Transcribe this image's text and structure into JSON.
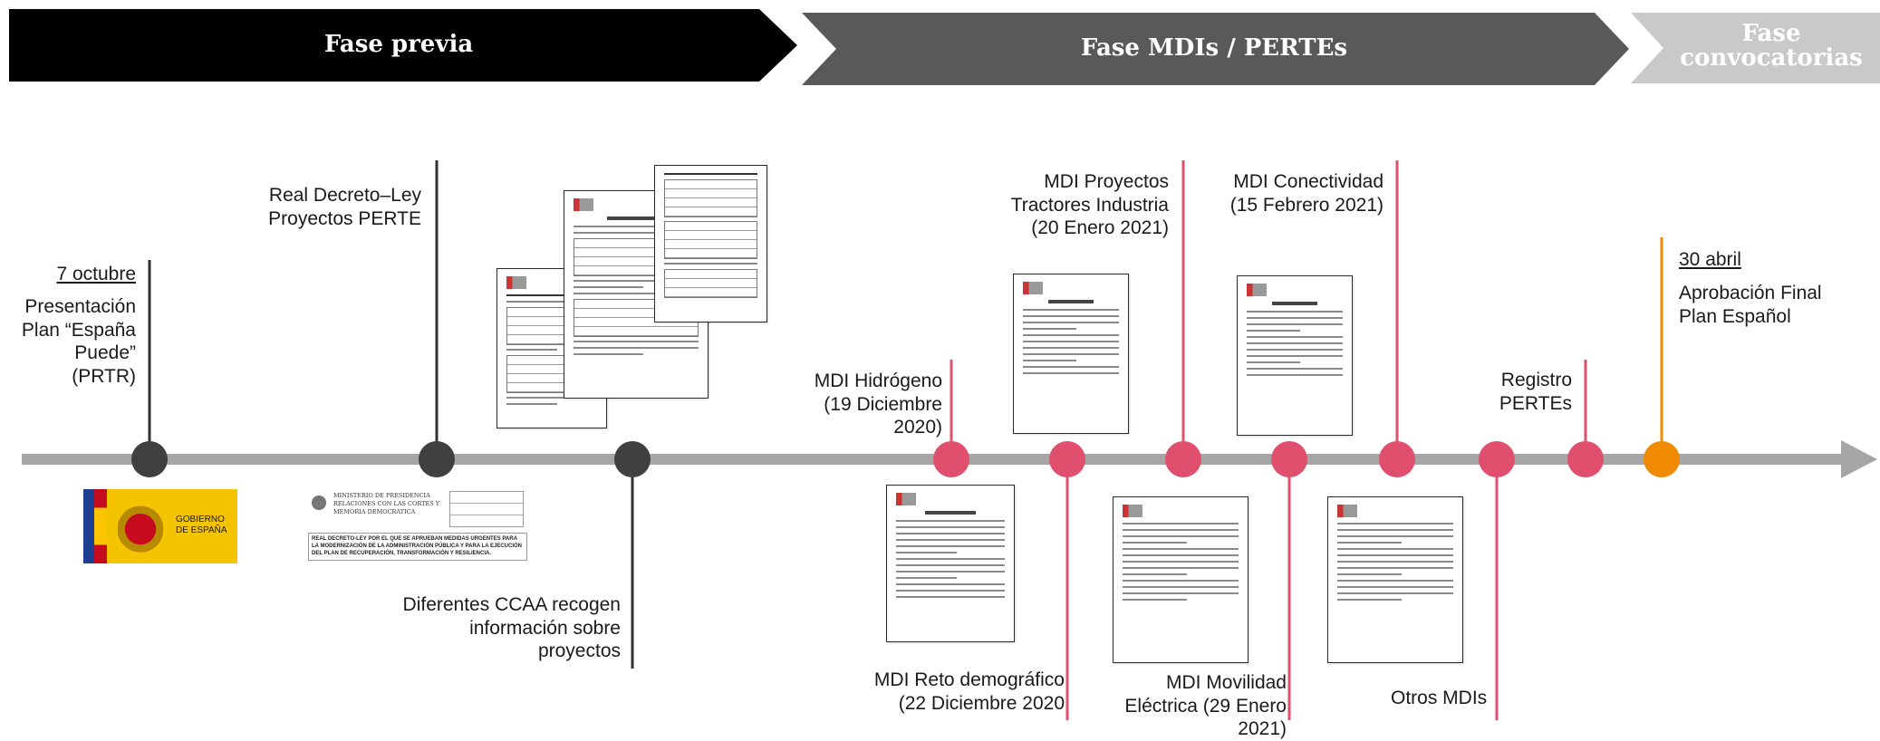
{
  "phases": [
    {
      "label": "Fase previa",
      "color": "#000000"
    },
    {
      "label": "Fase MDIs / PERTEs",
      "color": "#595959"
    },
    {
      "label": "Fase convocatorias",
      "color": "#c9c9c9"
    }
  ],
  "colors": {
    "axis": "#a6a6a6",
    "dark": "#404040",
    "mdi": "#e0506e",
    "final": "#f08a00"
  },
  "events": {
    "e1": {
      "date": "7 octubre",
      "text": "Presentación Plan “España Puede” (PRTR)"
    },
    "e2": {
      "text": "Real Decreto–Ley Proyectos PERTE"
    },
    "e3": {
      "text": "Diferentes CCAA recogen información sobre proyectos"
    },
    "e4": {
      "text": "MDI Hidrógeno (19 Diciembre 2020)"
    },
    "e5": {
      "text": "MDI Reto demográfico (22 Diciembre 2020"
    },
    "e6": {
      "text": "MDI Proyectos Tractores Industria (20 Enero 2021)"
    },
    "e7": {
      "text": "MDI Movilidad Eléctrica (29 Enero 2021)"
    },
    "e8": {
      "text": "MDI Conectividad (15 Febrero 2021)"
    },
    "e9": {
      "text": "Otros MDIs"
    },
    "e10": {
      "text": "Registro PERTEs"
    },
    "e11": {
      "date": "30 abril",
      "text": "Aprobación Final Plan Español"
    }
  },
  "gov_logo": {
    "text": "GOBIERNO DE ESPAÑA"
  },
  "bulletin": {
    "org": "MINISTERIO DE PRESIDENCIA RELACIONES CON LAS CORTES Y MEMORIA DEMOCRÁTICA",
    "title": "REAL DECRETO-LEY POR EL QUE SE APRUEBAN MEDIDAS URGENTES PARA LA MODERNIZACIÓN DE LA ADMINISTRACIÓN PÚBLICA Y PARA LA EJECUCIÓN DEL PLAN DE RECUPERACIÓN, TRANSFORMACIÓN Y RESILIENCIA."
  }
}
